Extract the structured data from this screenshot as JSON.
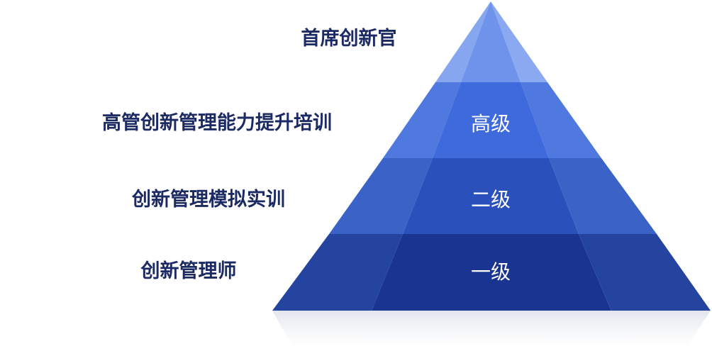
{
  "tiers": [
    {
      "title": "首席创新官",
      "level": ""
    },
    {
      "title": "高管创新管理能力提升培训",
      "level": "高级"
    },
    {
      "title": "创新管理模拟实训",
      "level": "二级"
    },
    {
      "title": "创新管理师",
      "level": "一级"
    }
  ],
  "colors": {
    "text": "#1b2a63",
    "tier_1_side": "#7ea0ee",
    "tier_1_center": "#6a90ea",
    "tier_2_side": "#4d76de",
    "tier_2_center": "#3f6adb",
    "tier_3_side": "#3a62c6",
    "tier_3_center": "#2a50bb",
    "tier_4_side": "#24449f",
    "tier_4_center": "#1a3591",
    "rule_line": "#2d4aa8"
  }
}
